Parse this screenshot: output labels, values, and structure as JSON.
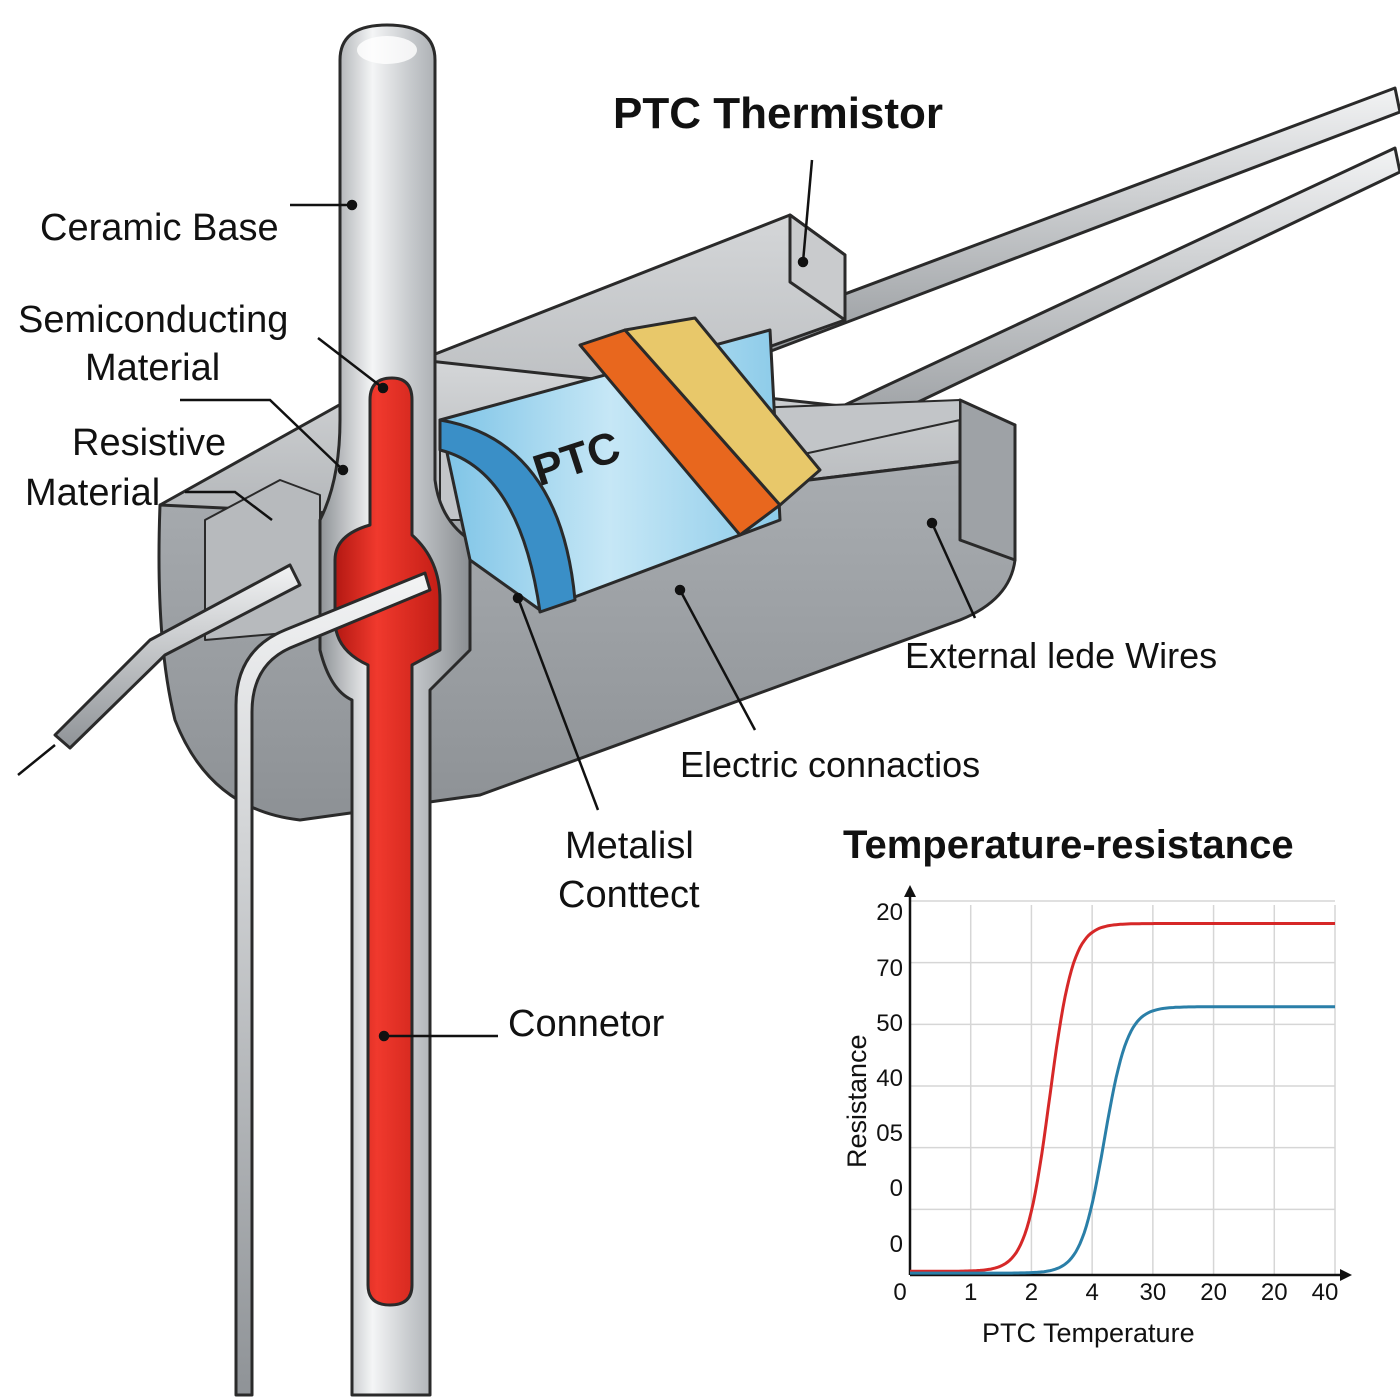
{
  "title": "PTC Thermistor",
  "body_label": "PTC",
  "labels": {
    "ceramic_base": "Ceramic Base",
    "semiconducting_1": "Semiconducting",
    "semiconducting_2": "Material",
    "resistive_1": "Resistive",
    "resistive_2": "Material",
    "external_wires": "External lede Wires",
    "electric_connections": "Electric connactios",
    "metal_contact_1": "Metalisl",
    "metal_contact_2": "Conttect",
    "connector": "Connetor"
  },
  "colors": {
    "ceramic": "#b9bcbf",
    "ptc_body": "#8fcdea",
    "ptc_edge": "#2b86bf",
    "band_orange": "#e8671e",
    "band_yellow": "#e8c86a",
    "connector_red": "#e3261c",
    "series_red": "#d62828",
    "series_blue": "#2a7fa8"
  },
  "chart_data": {
    "type": "line",
    "title": "Temperature-resistance",
    "xlabel": "PTC Temperature",
    "ylabel": "Resistance",
    "x_tick_labels": [
      "0",
      "1",
      "2",
      "4",
      "30",
      "20",
      "20",
      "40"
    ],
    "y_tick_labels": [
      "0",
      "0",
      "05",
      "40",
      "50",
      "70",
      "20"
    ],
    "grid": true,
    "series": [
      {
        "color": "#d62828",
        "shape": "sigmoid",
        "low": 0.2,
        "high": 19.0,
        "transition_x_index": 2.3
      },
      {
        "color": "#2a7fa8",
        "shape": "sigmoid",
        "low": 0.1,
        "high": 14.5,
        "transition_x_index": 3.2
      }
    ]
  }
}
